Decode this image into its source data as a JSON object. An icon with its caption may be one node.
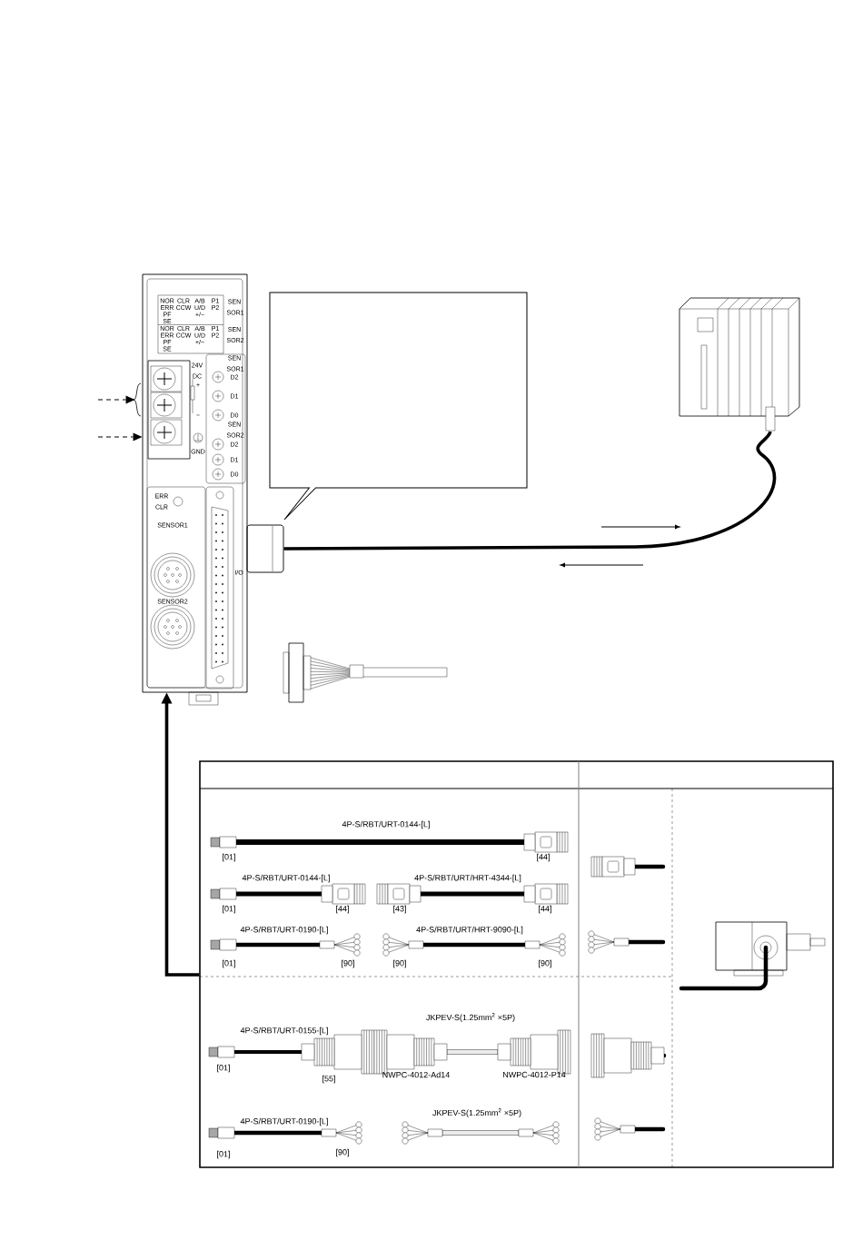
{
  "diagram": {
    "nodes": [
      {
        "text": [],
        "shape": "picture"
      },
      {
        "text": [],
        "shape": "callout"
      },
      {
        "text": [],
        "shape": "picture"
      },
      {
        "text": [],
        "shape": "picture"
      },
      {
        "text": [],
        "shape": "box"
      }
    ],
    "edges": [
      {
        "from": null,
        "to": 0,
        "arrow": "to",
        "style": "dashed"
      },
      {
        "from": null,
        "to": 0,
        "arrow": "to",
        "style": "dashed"
      },
      {
        "from": 3,
        "to": 2,
        "arrow": "none",
        "style": "thick"
      },
      {
        "from": 4,
        "to": 0,
        "arrow": "to",
        "style": "thick"
      }
    ],
    "labels": [
      "NOR",
      "CLR",
      "A/B",
      "P1",
      "SEN SOR1",
      "ERR",
      "CCW",
      "U/D",
      "P2",
      "PF",
      "+/−",
      "SE",
      "NOR",
      "CLR",
      "A/B",
      "P1",
      "SEN SOR2",
      "ERR",
      "CCW",
      "U/D",
      "P2",
      "PF",
      "+/−",
      "SE",
      "SEN SOR1",
      "D2",
      "24V DC",
      "+",
      "D1",
      "−",
      "D0",
      "SEN SOR2",
      "D2",
      "D1",
      "GND",
      "D0",
      "ERR CLR",
      "SENSOR1",
      "I/O",
      "SENSOR2",
      "4P-S/RBT/URT-0144-[L]",
      "[01]",
      "[44]",
      "4P-S/RBT/URT-0144-[L]",
      "4P-S/RBT/URT/HRT-4344-[L]",
      "[01]",
      "[44]",
      "[43]",
      "[44]",
      "4P-S/RBT/URT-0190-[L]",
      "4P-S/RBT/URT/HRT-9090-[L]",
      "[01]",
      "[90]",
      "[90]",
      "[90]",
      "JKPEV-S(1.25mm$^{2}$ ×5P)",
      "4P-S/RBT/URT-0155-[L]",
      "[01]",
      "NWPC-4012-Ad14",
      "NWPC-4012-P14",
      "[55]",
      "JKPEV-S(1.25mm$^{2}$ ×5P)",
      "4P-S/RBT/URT-0190-[L]",
      "[01]",
      "[90]"
    ]
  }
}
